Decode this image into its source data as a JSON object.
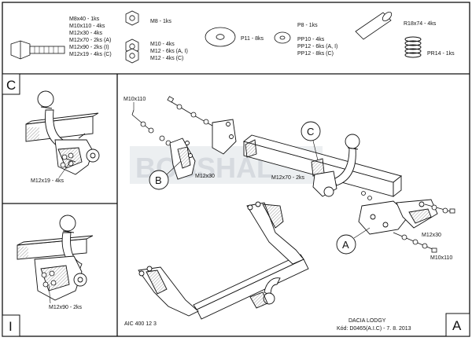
{
  "parts": {
    "bolt_list": [
      "M8x40 - 1ks",
      "M10x110 - 4ks",
      "M12x30 - 4ks",
      "M12x70 - 2ks (A)",
      "M12x90 - 2ks (I)",
      "M12x19 - 4ks (C)"
    ],
    "nut_list_1": [
      "M8 - 1ks"
    ],
    "nut_list_2": [
      "M10 - 4ks",
      "M12 - 6ks (A, I)",
      "M12 - 4ks (C)"
    ],
    "washer_large": "P11 - 8ks",
    "washer_small": [
      "P8 - 1ks",
      "",
      "PP10 - 4ks",
      "PP12 - 6ks (A, I)",
      "PP12 - 8ks (C)"
    ],
    "sleeve": "R18x74 - 4ks",
    "spring": "PR14 - 1ks"
  },
  "panels": {
    "c_letter": "C",
    "c_note": "M12x19 - 4ks",
    "i_letter": "I",
    "i_note": "M12x90 - 2ks"
  },
  "main": {
    "lbl_m10x110_top": "M10x110",
    "lbl_m12x30_left": "M12x30",
    "lbl_m12x70": "M12x70 - 2ks",
    "lbl_m12x30_right": "M12x30",
    "lbl_m10x110_right": "M10x110",
    "callout_b": "B",
    "callout_c": "C",
    "callout_a": "A",
    "corner_a": "A"
  },
  "footer": {
    "code": "AIC 400 12 3",
    "model": "DACIA LODGY",
    "kod": "Kód: D0465(A.I.C) - 7. 8. 2013"
  },
  "watermark": "BOSSHAL"
}
